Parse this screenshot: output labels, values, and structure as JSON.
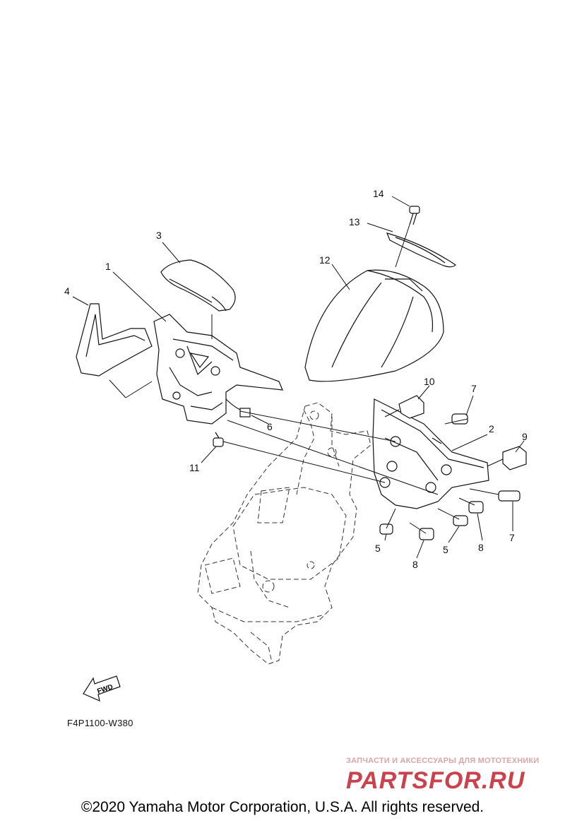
{
  "callouts": {
    "c1": "1",
    "c2": "2",
    "c3": "3",
    "c4": "4",
    "c5a": "5",
    "c5b": "5",
    "c6": "6",
    "c7a": "7",
    "c7b": "7",
    "c8a": "8",
    "c8b": "8",
    "c9": "9",
    "c10": "10",
    "c11": "11",
    "c12": "12",
    "c13": "13",
    "c14": "14"
  },
  "fwd_label": "FWD",
  "diagram_code": "F4P1100-W380",
  "watermark": {
    "tagline": "ЗАПЧАСТИ И АКСЕССУАРЫ ДЛЯ МОТОТЕХНИКИ",
    "logo_text": "PARTSFOR.RU",
    "colors": {
      "main": "#c9424c",
      "light": "#d9a5aa"
    }
  },
  "copyright": "©2020 Yamaha Motor Corporation, U.S.A. All rights reserved."
}
